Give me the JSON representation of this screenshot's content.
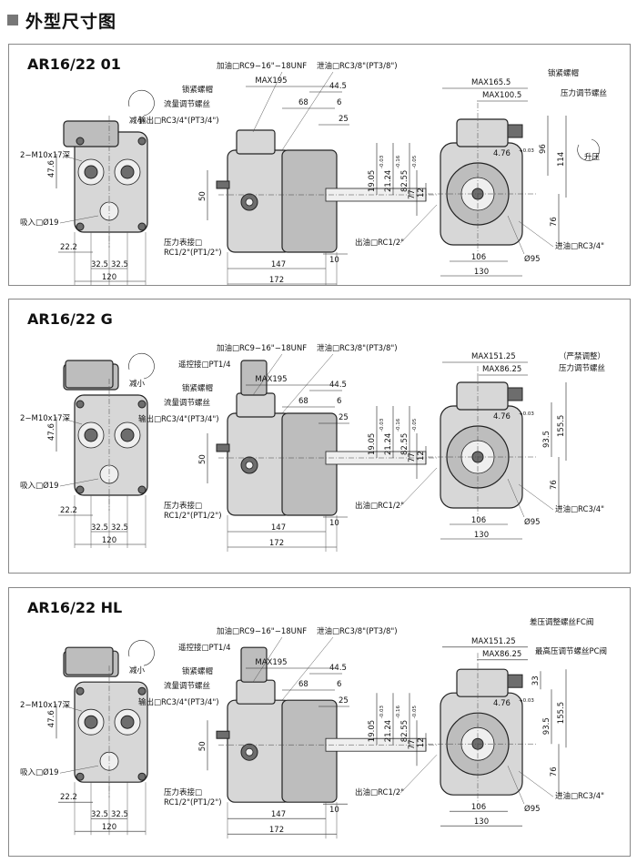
{
  "header": {
    "title": "外型尺寸图"
  },
  "panels": [
    {
      "title": "AR16/22  01",
      "front": {
        "thread_note": "2−M10x17深",
        "suction": "吸入□Ø19",
        "d47": "47.6",
        "d22": "22.2",
        "d32a": "32.5",
        "d32b": "32.5",
        "d120": "120",
        "arrow": "减小"
      },
      "side": {
        "fill_port": "加油□RC9−16\"−18UNF",
        "drain": "泄油□RC3/8\"(PT3/8\")",
        "lock_nut": "锁紧螺帽",
        "flow_screw": "流量调节螺丝",
        "outlet": "输出□RC3/4\"(PT3/4\")",
        "gauge1": "压力表接□",
        "gauge2": "RC1/2\"(PT1/2\")",
        "max": "MAX195",
        "d44": "44.5",
        "d68": "68",
        "d6": "6",
        "d25": "25",
        "d19": "19.05",
        "d19tol": "-0.03",
        "d21": "21.24",
        "d21tol": "-0.16",
        "d82": "82.55",
        "d82tol": "-0.05",
        "d77": "77",
        "d12": "12",
        "d50": "50",
        "d147": "147",
        "d10": "10",
        "d172": "172"
      },
      "end": {
        "maxa": "MAX165.5",
        "maxb": "MAX100.5",
        "lock": "锁紧螺帽",
        "pscrew": "压力调节螺丝",
        "d476": "4.76",
        "d476tol": "+0.03",
        "up": "升压",
        "d96": "96",
        "d114": "114",
        "d76": "76",
        "outlet": "出油□RC1/2\"",
        "d106": "106",
        "d130": "130",
        "d95": "Ø95",
        "inlet": "进油□RC3/4\""
      }
    },
    {
      "title": "AR16/22  G",
      "front": {
        "thread_note": "2−M10x17深",
        "suction": "吸入□Ø19",
        "d47": "47.6",
        "d22": "22.2",
        "d32a": "32.5",
        "d32b": "32.5",
        "d120": "120",
        "arrow": "减小"
      },
      "side": {
        "fill_port": "加油□RC9−16\"−18UNF",
        "remote": "遥控接□PT1/4",
        "drain": "泄油□RC3/8\"(PT3/8\")",
        "lock_nut": "锁紧螺帽",
        "flow_screw": "流量调节螺丝",
        "outlet": "输出□RC3/4\"(PT3/4\")",
        "gauge1": "压力表接□",
        "gauge2": "RC1/2\"(PT1/2\")",
        "max": "MAX195",
        "d44": "44.5",
        "d68": "68",
        "d6": "6",
        "d25": "25",
        "d19": "19.05",
        "d19tol": "-0.03",
        "d21": "21.24",
        "d21tol": "-0.16",
        "d82": "82.55",
        "d82tol": "-0.05",
        "d77": "77",
        "d12": "12",
        "d50": "50",
        "d147": "147",
        "d10": "10",
        "d172": "172"
      },
      "end": {
        "maxa": "MAX151.25",
        "maxb": "MAX86.25",
        "note": "（严禁调整）",
        "pscrew": "压力调节螺丝",
        "d476": "4.76",
        "d476tol": "+0.03",
        "d155": "155.5",
        "d93": "93.5",
        "d76": "76",
        "outlet": "出油□RC1/2\"",
        "d106": "106",
        "d130": "130",
        "d95": "Ø95",
        "inlet": "进油□RC3/4\""
      }
    },
    {
      "title": "AR16/22  HL",
      "front": {
        "thread_note": "2−M10x17深",
        "suction": "吸入□Ø19",
        "d47": "47.6",
        "d22": "22.2",
        "d32a": "32.5",
        "d32b": "32.5",
        "d120": "120",
        "arrow": "减小"
      },
      "side": {
        "fill_port": "加油□RC9−16\"−18UNF",
        "remote": "遥控接□PT1/4",
        "drain": "泄油□RC3/8\"(PT3/8\")",
        "lock_nut": "锁紧螺帽",
        "flow_screw": "流量调节螺丝",
        "outlet": "输出□RC3/4\"(PT3/4\")",
        "gauge1": "压力表接□",
        "gauge2": "RC1/2\"(PT1/2\")",
        "max": "MAX195",
        "d44": "44.5",
        "d68": "68",
        "d6": "6",
        "d25": "25",
        "d19": "19.05",
        "d19tol": "-0.03",
        "d21": "21.24",
        "d21tol": "-0.16",
        "d82": "82.55",
        "d82tol": "-0.05",
        "d77": "77",
        "d12": "12",
        "d50": "50",
        "d147": "147",
        "d10": "10",
        "d172": "172"
      },
      "end": {
        "maxa": "MAX151.25",
        "maxb": "MAX86.25",
        "diff": "差压调整螺丝FC阀",
        "maxp": "最高压调节螺丝PC阀",
        "d476": "4.76",
        "d476tol": "+0.03",
        "d33": "33",
        "d155": "155.5",
        "d93": "93.5",
        "d76": "76",
        "outlet": "出油□RC1/2\"",
        "d106": "106",
        "d130": "130",
        "d95": "Ø95",
        "inlet": "进油□RC3/4\""
      }
    }
  ]
}
